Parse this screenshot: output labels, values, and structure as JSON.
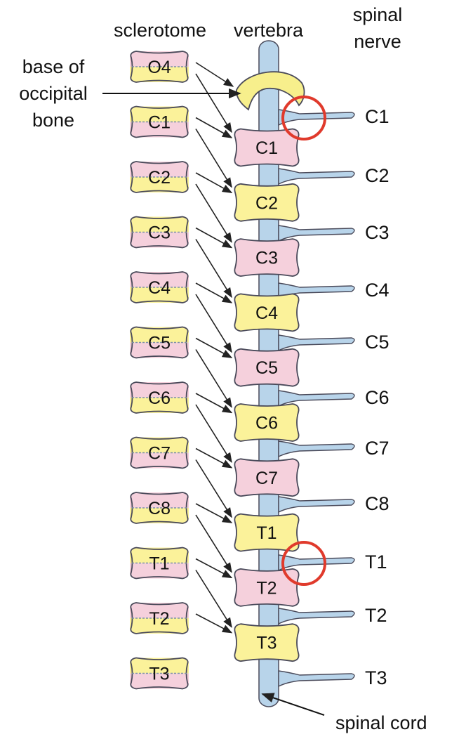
{
  "headers": {
    "sclerotome": "sclerotome",
    "vertebra": "vertebra",
    "spinal_nerve_line1": "spinal",
    "spinal_nerve_line2": "nerve"
  },
  "annotations": {
    "occipital_line1": "base of",
    "occipital_line2": "occipital",
    "occipital_line3": "bone",
    "spinal_cord": "spinal cord"
  },
  "sclerotomes": [
    {
      "label": "O4",
      "upper": "pink",
      "lower": "yellow"
    },
    {
      "label": "C1",
      "upper": "yellow",
      "lower": "pink"
    },
    {
      "label": "C2",
      "upper": "pink",
      "lower": "yellow"
    },
    {
      "label": "C3",
      "upper": "yellow",
      "lower": "pink"
    },
    {
      "label": "C4",
      "upper": "pink",
      "lower": "yellow"
    },
    {
      "label": "C5",
      "upper": "yellow",
      "lower": "pink"
    },
    {
      "label": "C6",
      "upper": "pink",
      "lower": "yellow"
    },
    {
      "label": "C7",
      "upper": "yellow",
      "lower": "pink"
    },
    {
      "label": "C8",
      "upper": "pink",
      "lower": "yellow"
    },
    {
      "label": "T1",
      "upper": "yellow",
      "lower": "pink"
    },
    {
      "label": "T2",
      "upper": "pink",
      "lower": "yellow"
    },
    {
      "label": "T3",
      "upper": "yellow",
      "lower": "pink"
    }
  ],
  "vertebrae": [
    {
      "label": "C1",
      "color": "pink"
    },
    {
      "label": "C2",
      "color": "yellow"
    },
    {
      "label": "C3",
      "color": "pink"
    },
    {
      "label": "C4",
      "color": "yellow"
    },
    {
      "label": "C5",
      "color": "pink"
    },
    {
      "label": "C6",
      "color": "yellow"
    },
    {
      "label": "C7",
      "color": "pink"
    },
    {
      "label": "T1",
      "color": "yellow"
    },
    {
      "label": "T2",
      "color": "pink"
    },
    {
      "label": "T3",
      "color": "yellow"
    }
  ],
  "spinal_nerves": [
    "C1",
    "C2",
    "C3",
    "C4",
    "C5",
    "C6",
    "C7",
    "C8",
    "T1",
    "T2",
    "T3"
  ],
  "highlighted_nerves": [
    "C1",
    "T1"
  ],
  "colors": {
    "pink": "#f5d0dc",
    "yellow": "#fbf29a",
    "cord": "#b8d4ea",
    "outline": "#4a4a5a",
    "highlight": "#e03a2c",
    "occipital": "#f7ef8c"
  }
}
